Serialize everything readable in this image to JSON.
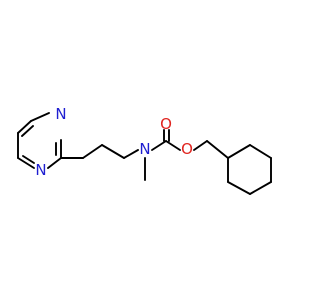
{
  "molecule": {
    "atoms": {
      "n1": {
        "symbol": "N",
        "color": "#1f1fd1"
      },
      "n2": {
        "symbol": "N",
        "color": "#1f1fd1"
      },
      "n_amide": {
        "symbol": "N",
        "color": "#1f1fd1"
      },
      "o_carbonyl": {
        "symbol": "O",
        "color": "#e0241f"
      },
      "o_ester": {
        "symbol": "O",
        "color": "#e0241f"
      }
    },
    "bond_color": "#000000",
    "background": "#ffffff"
  }
}
